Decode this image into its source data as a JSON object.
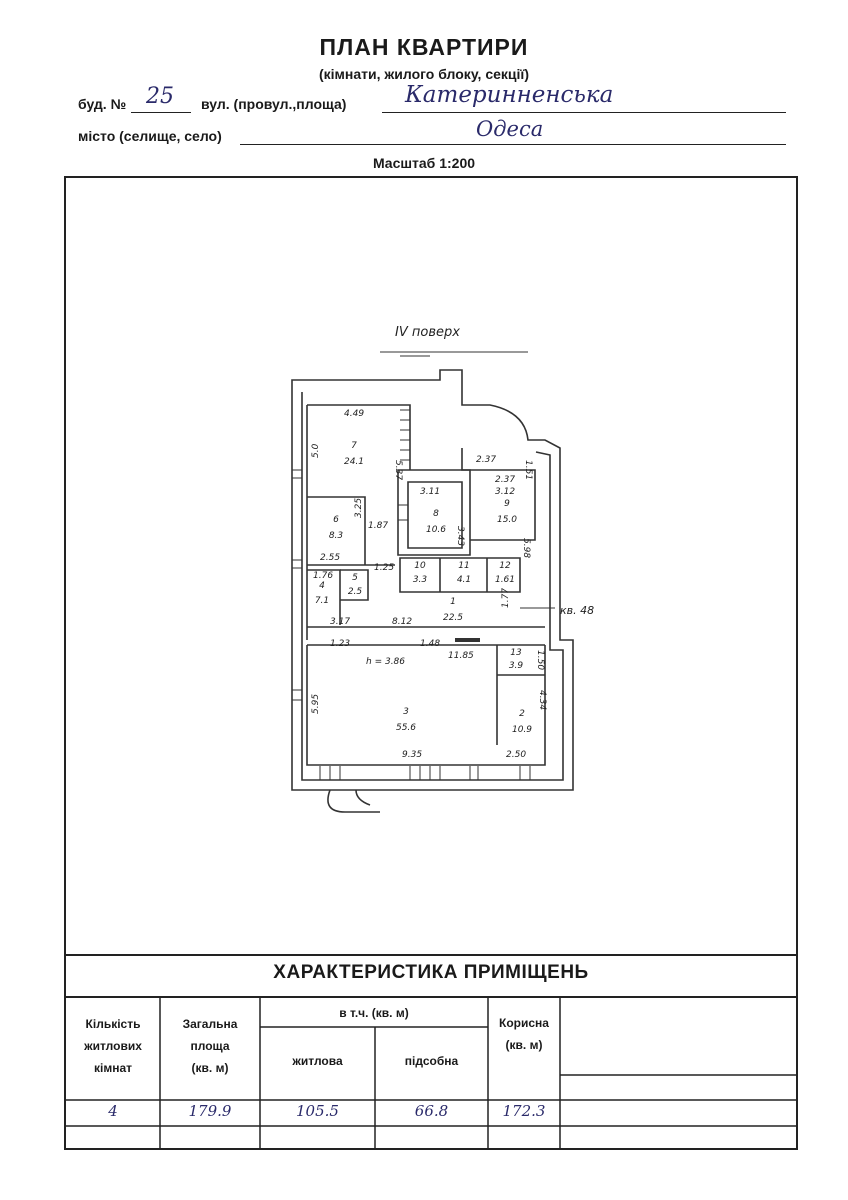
{
  "header": {
    "title": "ПЛАН КВАРТИРИ",
    "subtitle": "(кімнати, жилого блоку, секції)",
    "building_label": "буд. №",
    "building_number": "25",
    "street_label": "вул. (провул.,площа)",
    "street_value": "Катеринненська",
    "city_label": "місто (селище, село)",
    "city_value": "Одеса",
    "scale": "Масштаб 1:200"
  },
  "plan": {
    "floor_label": "IV поверх",
    "apartment_label": "кв. 48",
    "rooms": [
      {
        "number": "7",
        "area": "24.1"
      },
      {
        "number": "6",
        "area": "8.3"
      },
      {
        "number": "8",
        "area": "10.6"
      },
      {
        "number": "9",
        "area": "15.0"
      },
      {
        "number": "5",
        "area": "2.5"
      },
      {
        "number": "4",
        "area": "7.1"
      },
      {
        "number": "10",
        "area": "3.3"
      },
      {
        "number": "11",
        "area": "4.1"
      },
      {
        "number": "12",
        "area": "1.61"
      },
      {
        "number": "1",
        "area": "22.5"
      },
      {
        "number": "13",
        "area": "3.9"
      },
      {
        "number": "3",
        "area": "55.6"
      },
      {
        "number": "2",
        "area": "10.9"
      }
    ],
    "dimensions": [
      "4.49",
      "5.0",
      "5.37",
      "2.37",
      "1.51",
      "2.37",
      "3.11",
      "3.12",
      "3.25",
      "1.87",
      "3.43",
      "2.55",
      "1.76",
      "1.25",
      "5.98",
      "1.77",
      "3.17",
      "8.12",
      "1.23",
      "1.48",
      "11.85",
      "1.50",
      "h = 3.86",
      "5.95",
      "4.34",
      "9.35",
      "2.50"
    ]
  },
  "characteristics": {
    "title": "ХАРАКТЕРИСТИКА ПРИМІЩЕНЬ",
    "col_rooms": [
      "Кількість",
      "житлових",
      "кімнат"
    ],
    "col_total": [
      "Загальна",
      "площа",
      "(кв. м)"
    ],
    "col_incl": "в т.ч. (кв. м)",
    "col_living": "житлова",
    "col_auxiliary": "підсобна",
    "col_useful": [
      "Корисна",
      "(кв. м)"
    ],
    "values": {
      "rooms": "4",
      "total": "179.9",
      "living": "105.5",
      "auxiliary": "66.8",
      "useful": "172.3"
    }
  }
}
